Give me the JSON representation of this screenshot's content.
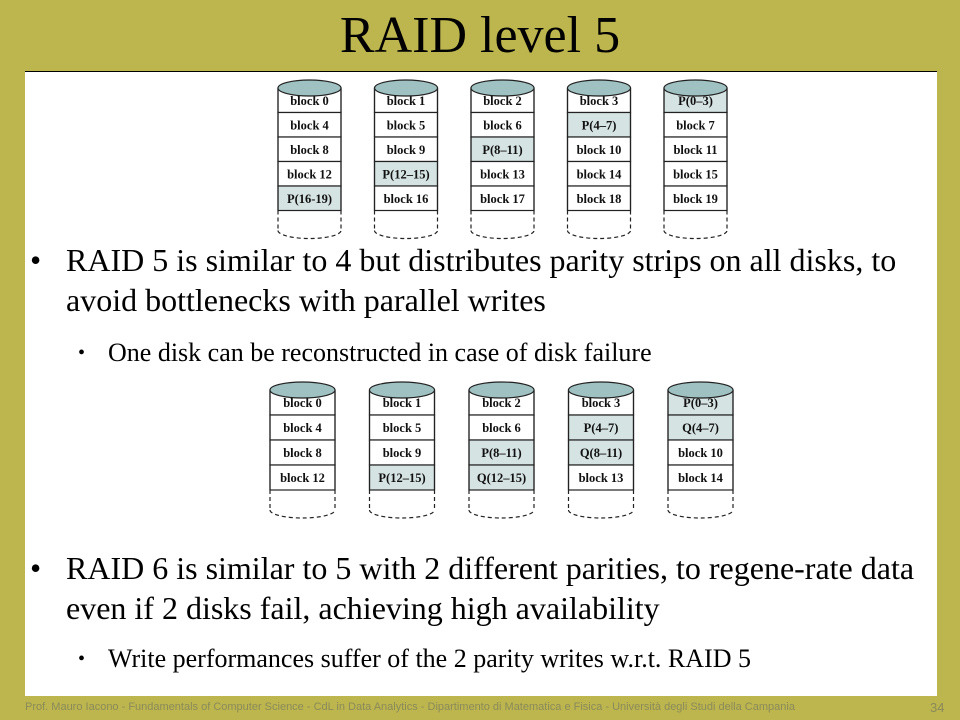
{
  "title": "RAID level 5",
  "bullet1": "RAID 5 is similar to 4 but distributes parity strips on all disks, to avoid bottlenecks with parallel writes",
  "sub1": "One disk can be reconstructed in case of disk failure",
  "bullet2": "RAID 6 is similar to 5 with 2 different parities, to regene-rate data even if 2 disks fail, achieving high availability",
  "sub2": "Write performances suffer of the 2 parity writes w.r.t. RAID 5",
  "bullet_symbol": "•",
  "footer": "Prof. Mauro Iacono - Fundamentals of Computer  Science - CdL in Data Analytics - Dipartimento di Matematica e Fisica - Università degli Studi della Campania",
  "page_number": "34",
  "colors": {
    "parity_fill": "#d6e3e3",
    "cap_fill": "#9fc1c1",
    "background": "#bdb64e"
  },
  "raid5_disks": [
    {
      "blocks": [
        {
          "label": "block 0",
          "parity": false
        },
        {
          "label": "block 4",
          "parity": false
        },
        {
          "label": "block 8",
          "parity": false
        },
        {
          "label": "block 12",
          "parity": false
        },
        {
          "label": "P(16-19)",
          "parity": true
        }
      ]
    },
    {
      "blocks": [
        {
          "label": "block 1",
          "parity": false
        },
        {
          "label": "block 5",
          "parity": false
        },
        {
          "label": "block 9",
          "parity": false
        },
        {
          "label": "P(12–15)",
          "parity": true
        },
        {
          "label": "block 16",
          "parity": false
        }
      ]
    },
    {
      "blocks": [
        {
          "label": "block 2",
          "parity": false
        },
        {
          "label": "block 6",
          "parity": false
        },
        {
          "label": "P(8–11)",
          "parity": true
        },
        {
          "label": "block 13",
          "parity": false
        },
        {
          "label": "block 17",
          "parity": false
        }
      ]
    },
    {
      "blocks": [
        {
          "label": "block 3",
          "parity": false
        },
        {
          "label": "P(4–7)",
          "parity": true
        },
        {
          "label": "block 10",
          "parity": false
        },
        {
          "label": "block 14",
          "parity": false
        },
        {
          "label": "block 18",
          "parity": false
        }
      ]
    },
    {
      "blocks": [
        {
          "label": "P(0–3)",
          "parity": true
        },
        {
          "label": "block 7",
          "parity": false
        },
        {
          "label": "block 11",
          "parity": false
        },
        {
          "label": "block 15",
          "parity": false
        },
        {
          "label": "block 19",
          "parity": false
        }
      ]
    }
  ],
  "raid6_disks": [
    {
      "blocks": [
        {
          "label": "block 0",
          "parity": false
        },
        {
          "label": "block 4",
          "parity": false
        },
        {
          "label": "block 8",
          "parity": false
        },
        {
          "label": "block 12",
          "parity": false
        }
      ]
    },
    {
      "blocks": [
        {
          "label": "block 1",
          "parity": false
        },
        {
          "label": "block 5",
          "parity": false
        },
        {
          "label": "block 9",
          "parity": false
        },
        {
          "label": "P(12–15)",
          "parity": true
        }
      ]
    },
    {
      "blocks": [
        {
          "label": "block 2",
          "parity": false
        },
        {
          "label": "block 6",
          "parity": false
        },
        {
          "label": "P(8–11)",
          "parity": true
        },
        {
          "label": "Q(12–15)",
          "parity": true
        }
      ]
    },
    {
      "blocks": [
        {
          "label": "block 3",
          "parity": false
        },
        {
          "label": "P(4–7)",
          "parity": true
        },
        {
          "label": "Q(8–11)",
          "parity": true
        },
        {
          "label": "block 13",
          "parity": false
        }
      ]
    },
    {
      "blocks": [
        {
          "label": "P(0–3)",
          "parity": true
        },
        {
          "label": "Q(4–7)",
          "parity": true
        },
        {
          "label": "block 10",
          "parity": false
        },
        {
          "label": "block 14",
          "parity": false
        }
      ]
    }
  ]
}
